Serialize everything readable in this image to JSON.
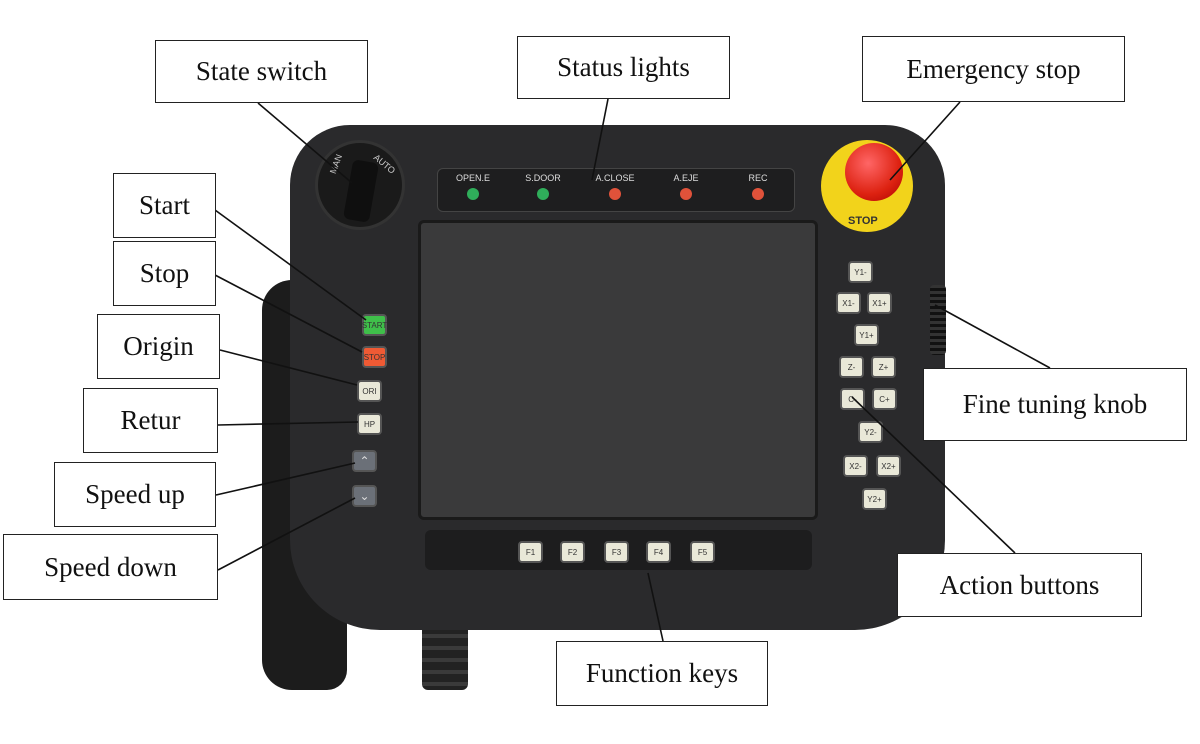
{
  "labels": {
    "state_switch": "State switch",
    "status_lights": "Status lights",
    "emergency_stop": "Emergency stop",
    "start": "Start",
    "stop": "Stop",
    "origin": "Origin",
    "retur": "Retur",
    "speed_up": "Speed up",
    "speed_down": "Speed down",
    "fine_tuning_knob": "Fine tuning knob",
    "action_buttons": "Action buttons",
    "function_keys": "Function keys"
  },
  "device": {
    "switch_positions": [
      "MAN",
      "AUTO"
    ],
    "status_lights": [
      {
        "label": "OPEN.E",
        "color": "#2fae5a"
      },
      {
        "label": "S.DOOR",
        "color": "#2fae5a"
      },
      {
        "label": "A.CLOSE",
        "color": "#e0523a"
      },
      {
        "label": "A.EJE",
        "color": "#e0523a"
      },
      {
        "label": "REC",
        "color": "#e0523a"
      }
    ],
    "estop_text": "STOP",
    "left_buttons": {
      "start": "START",
      "stop": "STOP",
      "origin": "ORI",
      "home": "HP"
    },
    "function_keys": [
      "F1",
      "F2",
      "F3",
      "F4",
      "F5"
    ],
    "action_buttons": [
      "Y1-",
      "X1-",
      "X1+",
      "Y1+",
      "Z-",
      "Z+",
      "C-",
      "C+",
      "Y2-",
      "X2-",
      "X2+",
      "Y2+"
    ]
  }
}
